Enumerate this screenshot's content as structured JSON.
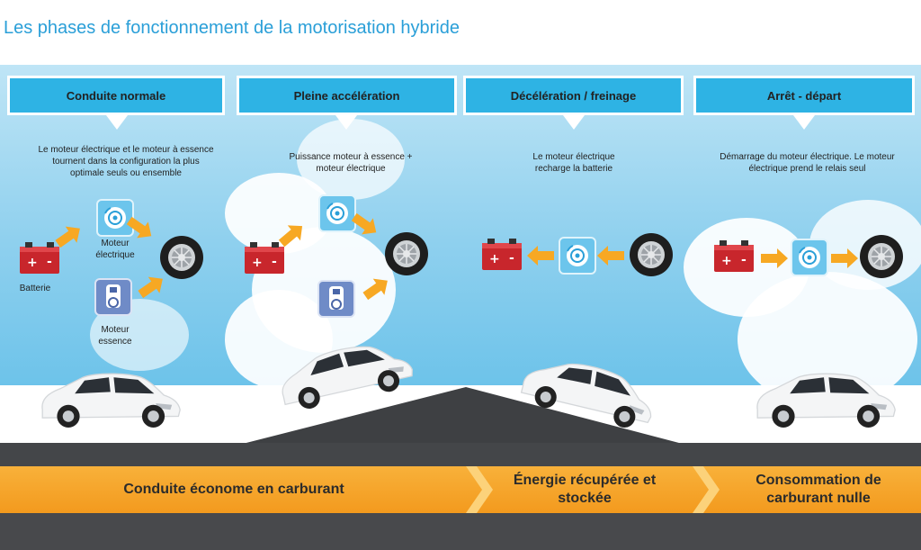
{
  "title": "Les phases de fonctionnement de la motorisation hybride",
  "phases": [
    {
      "header": "Conduite normale",
      "description": "Le moteur électrique et le moteur à essence tournent dans la configuration la plus optimale seuls ou ensemble"
    },
    {
      "header": "Pleine accélération",
      "description": "Puissance moteur à essence + moteur électrique"
    },
    {
      "header": "Décélération / freinage",
      "description": "Le moteur électrique recharge la batterie"
    },
    {
      "header": "Arrêt - départ",
      "description": "Démarrage du moteur électrique. Le moteur électrique prend le relais seul"
    }
  ],
  "legend": {
    "battery": "Batterie",
    "electric_motor": "Moteur électrique",
    "gas_engine": "Moteur essence"
  },
  "bands": [
    "Conduite économe en carburant",
    "Énergie récupérée et stockée",
    "Consommation de carburant nulle"
  ],
  "colors": {
    "title": "#2a9fd8",
    "header": "#2eb3e4",
    "arrow": "#f7a823",
    "battery": "#c8262c",
    "band": "#f39a1e",
    "road": "#444649"
  }
}
